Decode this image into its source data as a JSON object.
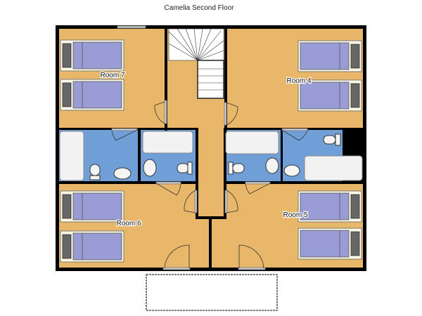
{
  "title": "Camelia Second Floor",
  "rooms": {
    "room7": "Room 7",
    "room4": "Room 4",
    "room6": "Room 6",
    "room5": "Room 5"
  },
  "colors": {
    "bedroom_floor": "#e9b76a",
    "bathroom_floor": "#6f9fd6",
    "bed": "#9a9cd6",
    "wall": "#000000"
  }
}
